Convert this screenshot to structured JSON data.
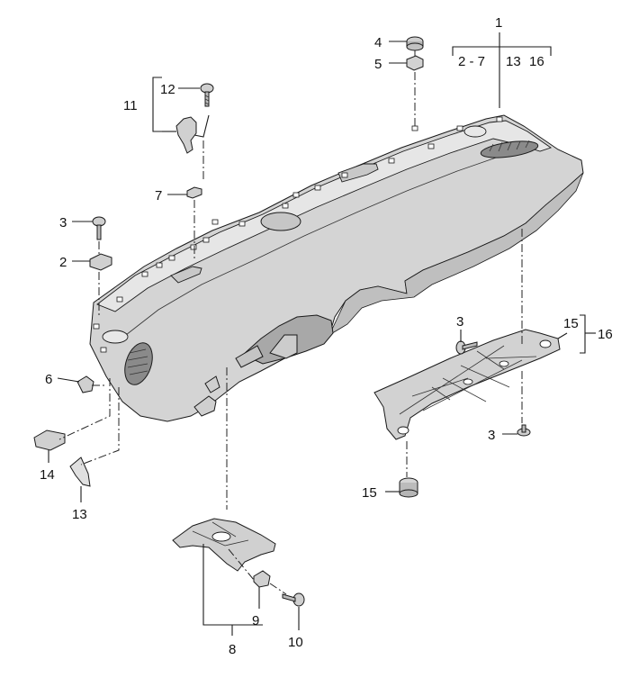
{
  "diagram": {
    "callouts": {
      "c1": "1",
      "c1_range_a": "2 - 7",
      "c1_range_b": "13",
      "c1_range_c": "16",
      "c2": "2",
      "c3_left": "3",
      "c3_bracket": "3",
      "c3_right": "3",
      "c4": "4",
      "c5": "5",
      "c6": "6",
      "c7": "7",
      "c8": "8",
      "c9": "9",
      "c10": "10",
      "c11": "11",
      "c12": "12",
      "c13": "13",
      "c14": "14",
      "c15_bracket": "15",
      "c15_bottom": "15",
      "c16": "16"
    },
    "colors": {
      "panel_fill": "#d6d6d6",
      "panel_shade": "#bdbdbd",
      "panel_light": "#ebebeb",
      "part_fill": "#cfcfcf",
      "line": "#1a1a1a"
    }
  }
}
